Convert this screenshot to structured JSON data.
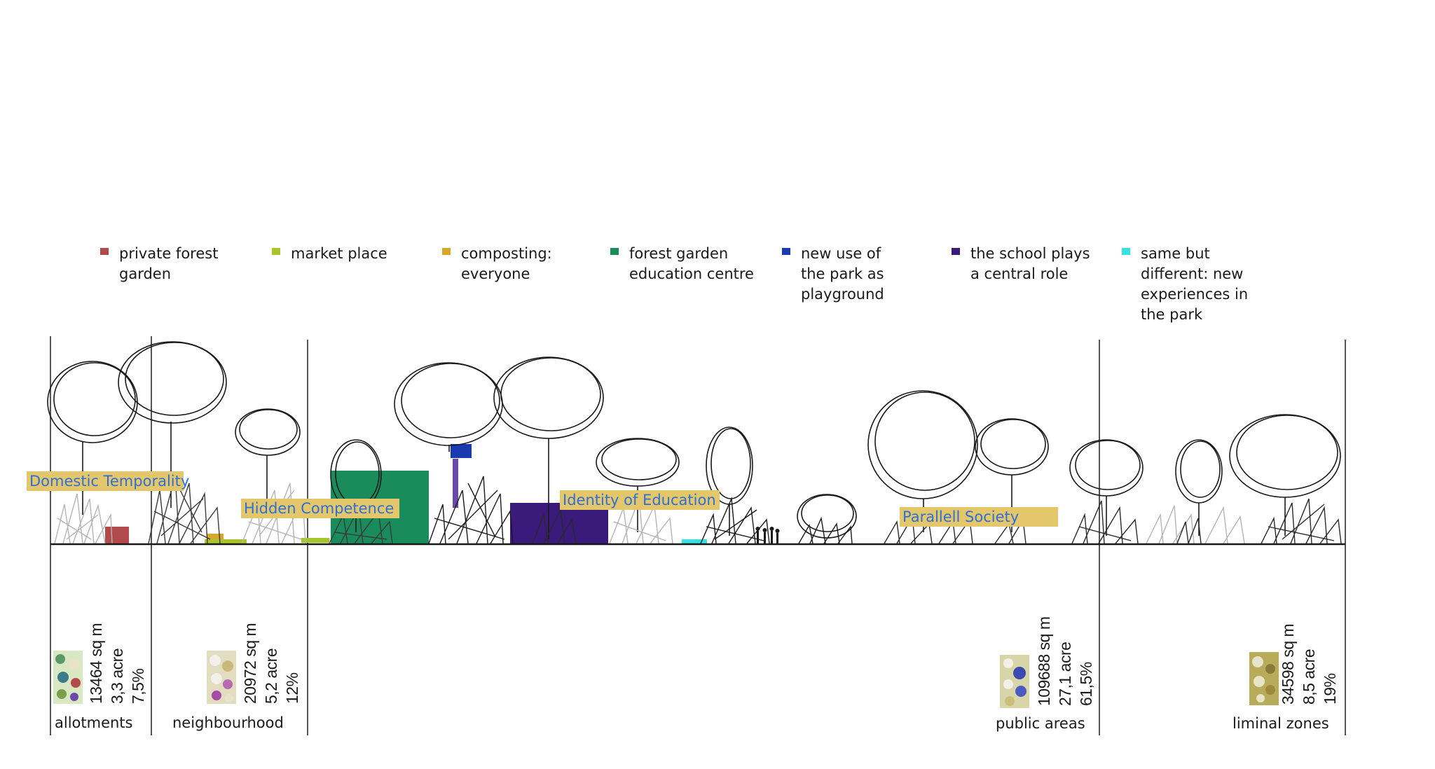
{
  "legend": [
    {
      "label": "private forest garden",
      "color": "#b14a4a"
    },
    {
      "label": "market place",
      "color": "#a8c62a"
    },
    {
      "label": "composting: everyone",
      "color": "#d9a62a"
    },
    {
      "label": "forest garden education centre",
      "color": "#1a8c5c"
    },
    {
      "label": "new use of the park as playground",
      "color": "#1a3ab0"
    },
    {
      "label": "the school plays a central role",
      "color": "#3a1a7a"
    },
    {
      "label": "same but different: new experiences in the park",
      "color": "#39e0e0"
    }
  ],
  "themes": [
    {
      "label": "Domestic Temporality"
    },
    {
      "label": "Hidden Competence"
    },
    {
      "label": "Identity of Education"
    },
    {
      "label": "Parallell Society"
    }
  ],
  "zones": [
    {
      "name": "allotments",
      "area": "13464 sq m",
      "acre": "3,3 acre",
      "share": "7,5%"
    },
    {
      "name": "neighbourhood",
      "area": "20972 sq m",
      "acre": "5,2 acre",
      "share": "12%"
    },
    {
      "name": "public areas",
      "area": "109688 sq m",
      "acre": "27,1 acre",
      "share": "61,5%"
    },
    {
      "name": "liminal zones",
      "area": "34598 sq m",
      "acre": "8,5 acre",
      "share": "19%"
    }
  ],
  "colors": {
    "label_background": "#e3c76a",
    "label_text": "#2f6fd8",
    "line": "#1a1a1a",
    "shrub_dark": "#2a2a2a",
    "shrub_light": "#9a9a9a"
  }
}
